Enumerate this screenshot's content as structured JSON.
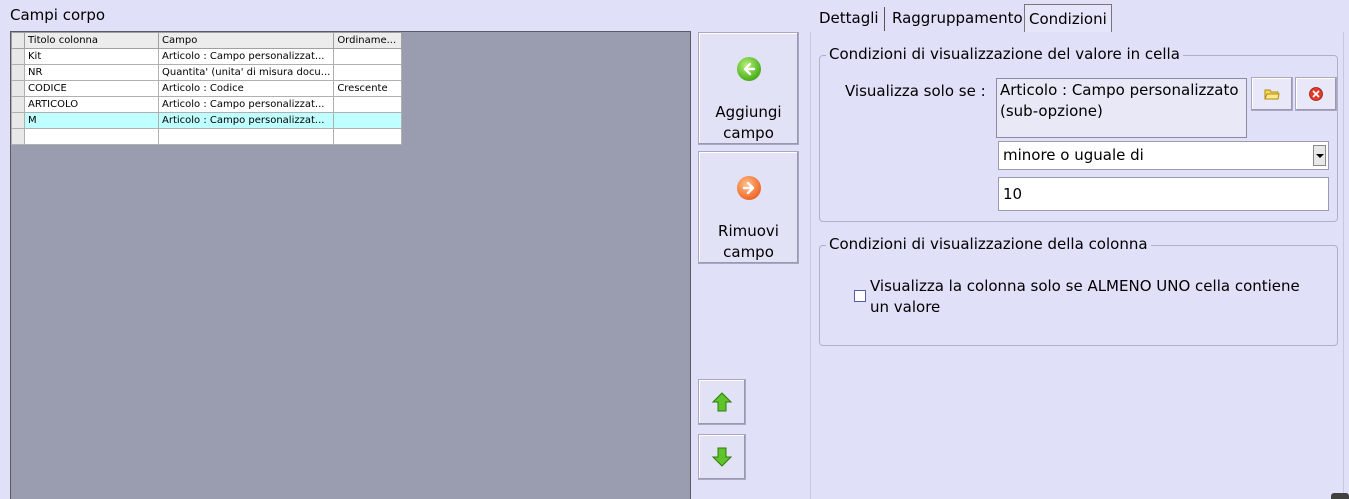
{
  "left_panel": {
    "title": "Campi corpo",
    "grid": {
      "columns": [
        "Titolo colonna",
        "Campo",
        "Ordiname..."
      ],
      "rows": [
        [
          "Kit",
          "Articolo : Campo personalizzat...",
          ""
        ],
        [
          "NR",
          "Quantita' (unita' di misura docu...",
          ""
        ],
        [
          "CODICE",
          "Articolo : Codice",
          "Crescente"
        ],
        [
          "ARTICOLO",
          "Articolo : Campo personalizzat...",
          ""
        ],
        [
          "M",
          "Articolo : Campo personalizzat...",
          ""
        ],
        [
          "",
          "",
          ""
        ]
      ],
      "selected_row": 4
    }
  },
  "actions": {
    "add_label_1": "Aggiungi",
    "add_label_2": "campo",
    "remove_label_1": "Rimuovi",
    "remove_label_2": "campo"
  },
  "tabs": [
    {
      "label": "Dettagli"
    },
    {
      "label": "Raggruppamento"
    },
    {
      "label": "Condizioni",
      "active": true
    }
  ],
  "cell_conditions": {
    "title": "Condizioni di visualizzazione del valore in cella",
    "label": "Visualizza solo se :",
    "field_line1": "Articolo : Campo personalizzato",
    "field_line2": "(sub-opzione)",
    "operator": "minore o uguale di",
    "value": "10"
  },
  "column_conditions": {
    "title": "Condizioni di visualizzazione della colonna",
    "checkbox_line1": "Visualizza la colonna solo se ALMENO UNO cella contiene",
    "checkbox_line2": "un valore",
    "checked": false
  },
  "icons": {
    "add": "arrow-left-green-icon",
    "remove": "arrow-right-orange-icon",
    "browse": "folder-icon",
    "clear": "red-x-icon",
    "up": "arrow-up-green-icon",
    "down": "arrow-down-green-icon"
  }
}
